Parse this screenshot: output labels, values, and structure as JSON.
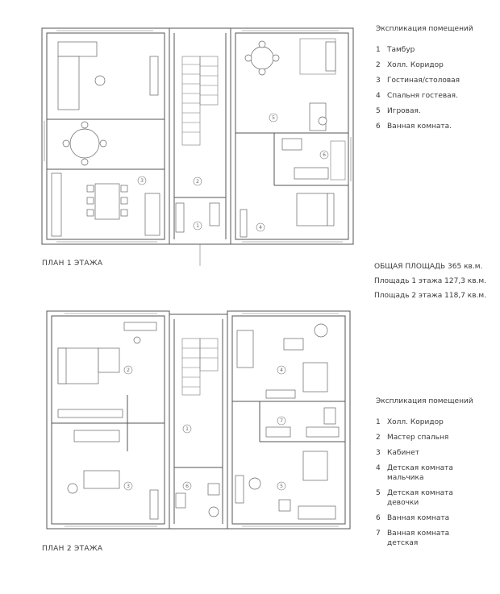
{
  "plans": {
    "floor1_title": "ПЛАН 1 ЭТАЖА",
    "floor2_title": "ПЛАН 2 ЭТАЖА"
  },
  "legend1": {
    "title": "Экспликация помещений",
    "items": [
      {
        "num": "1",
        "text": "Тамбур"
      },
      {
        "num": "2",
        "text": "Холл. Коридор"
      },
      {
        "num": "3",
        "text": "Гостиная/столовая"
      },
      {
        "num": "4",
        "text": "Спальня гостевая."
      },
      {
        "num": "5",
        "text": "Игровая."
      },
      {
        "num": "6",
        "text": "Ванная комната."
      }
    ]
  },
  "areas": {
    "total": "ОБЩАЯ ПЛОЩАДЬ 365 кв.м.",
    "floor1": "Площадь 1 этажа 127,3 кв.м.",
    "floor2": "Площадь 2 этажа 118,7 кв.м."
  },
  "legend2": {
    "title": "Экспликация помещений",
    "items": [
      {
        "num": "1",
        "text": "Холл. Коридор"
      },
      {
        "num": "2",
        "text": "Мастер спальня"
      },
      {
        "num": "3",
        "text": "Кабинет"
      },
      {
        "num": "4",
        "text": "Детская комната\nмальчика"
      },
      {
        "num": "5",
        "text": "Детская комната\nдевочки"
      },
      {
        "num": "6",
        "text": "Ванная комната"
      },
      {
        "num": "7",
        "text": "Ванная комната\nдетская"
      }
    ]
  },
  "room_markers": {
    "f1": [
      "1",
      "2",
      "3",
      "4",
      "5",
      "6"
    ],
    "f2": [
      "1",
      "2",
      "3",
      "4",
      "5",
      "6",
      "7"
    ]
  }
}
